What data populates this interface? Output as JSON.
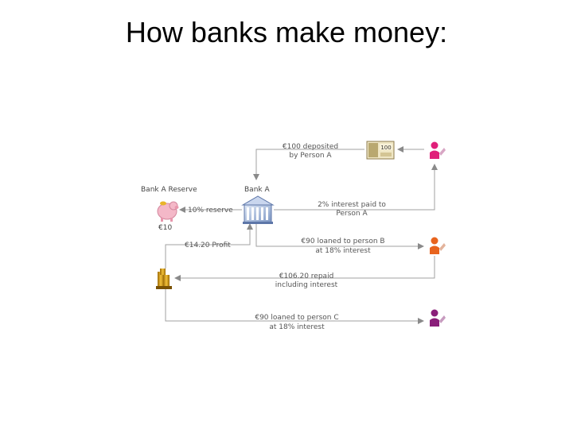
{
  "slide": {
    "title": "How banks make money:"
  },
  "diagram": {
    "nodes": {
      "bank_a_reserve": "Bank A Reserve",
      "bank_a": "Bank A",
      "reserve_amount": "€10"
    },
    "edges": {
      "deposit_line1": "€100 deposited",
      "deposit_line2": "by Person A",
      "reserve": "10% reserve",
      "interest_line1": "2% interest paid to",
      "interest_line2": "Person A",
      "profit": "€14.20 Profit",
      "loan_b_line1": "€90 loaned to person B",
      "loan_b_line2": "at 18% interest",
      "repaid_line1": "€106.20 repaid",
      "repaid_line2": "including interest",
      "loan_c_line1": "€90 loaned to person C",
      "loan_c_line2": "at 18% interest"
    },
    "banknote_value": "100"
  },
  "colors": {
    "person_a": "#e0207a",
    "person_b": "#e8641e",
    "person_c": "#8a1f7a",
    "arrow": "#9a9a9a"
  }
}
